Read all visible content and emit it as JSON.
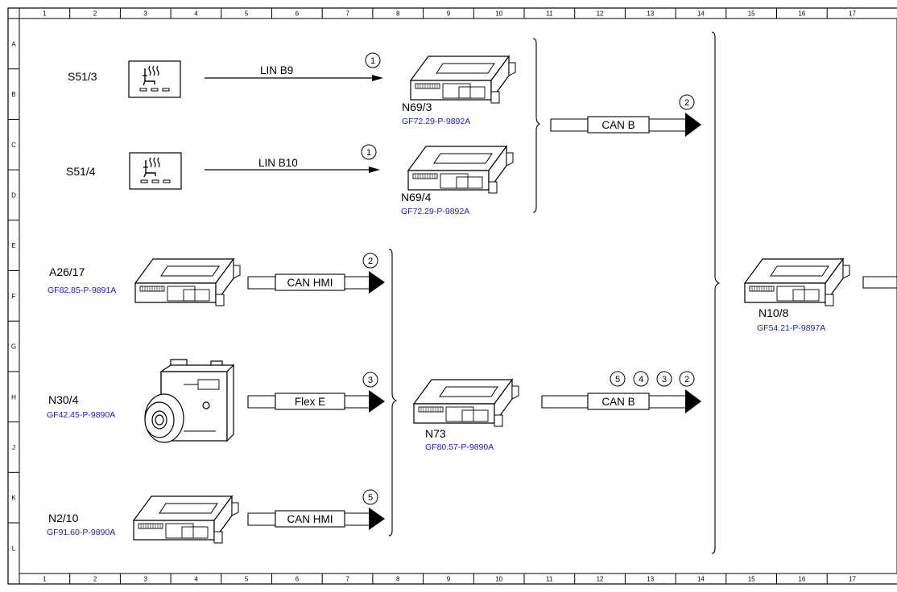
{
  "grid": {
    "columns": [
      "1",
      "2",
      "3",
      "4",
      "5",
      "6",
      "7",
      "8",
      "9",
      "10",
      "11",
      "12",
      "13",
      "14",
      "15",
      "16",
      "17"
    ],
    "rows": [
      "A",
      "B",
      "C",
      "D",
      "E",
      "F",
      "G",
      "H",
      "J",
      "K",
      "L"
    ]
  },
  "components": {
    "s51_3": {
      "label": "S51/3"
    },
    "s51_4": {
      "label": "S51/4"
    },
    "n69_3": {
      "label": "N69/3",
      "ref": "GF72.29-P-9892A"
    },
    "n69_4": {
      "label": "N69/4",
      "ref": "GF72.29-P-9892A"
    },
    "a26_17": {
      "label": "A26/17",
      "ref": "GF82.85-P-9891A"
    },
    "n30_4": {
      "label": "N30/4",
      "ref": "GF42.45-P-9890A"
    },
    "n2_10": {
      "label": "N2/10",
      "ref": "GF91.60-P-9890A"
    },
    "n73": {
      "label": "N73",
      "ref": "GF80.57-P-9890A"
    },
    "n10_8": {
      "label": "N10/8",
      "ref": "GF54.21-P-9897A"
    }
  },
  "connections": {
    "lin_b9": {
      "label": "LIN B9",
      "markers": [
        "1"
      ]
    },
    "lin_b10": {
      "label": "LIN B10",
      "markers": [
        "1"
      ]
    },
    "can_b_upper": {
      "label": "CAN B",
      "markers": [
        "2"
      ]
    },
    "can_hmi_a26": {
      "label": "CAN HMI",
      "markers": [
        "2"
      ]
    },
    "flex_e": {
      "label": "Flex E",
      "markers": [
        "3"
      ]
    },
    "can_hmi_n2": {
      "label": "CAN HMI",
      "markers": [
        "5"
      ]
    },
    "can_b_lower": {
      "label": "CAN B",
      "markers": [
        "5",
        "4",
        "3",
        "2"
      ]
    }
  }
}
